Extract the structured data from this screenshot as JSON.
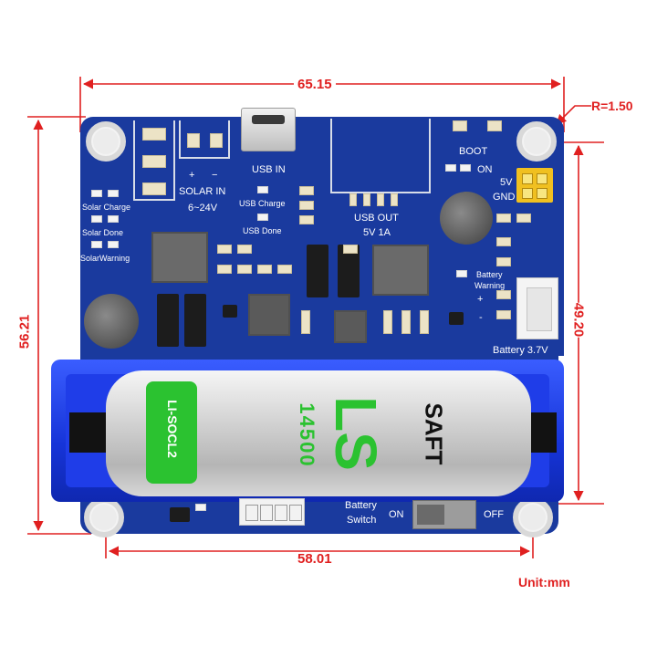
{
  "dimensions": {
    "width_top": "65.15",
    "width_bottom": "58.01",
    "height_left": "56.21",
    "height_right": "49.20",
    "corner_radius": "R=1.50",
    "unit": "Unit:mm"
  },
  "pcb_labels": {
    "solar_in": "SOLAR IN",
    "solar_voltage": "6~24V",
    "plus": "+",
    "minus": "−",
    "usb_in": "USB IN",
    "usb_out": "USB OUT",
    "usb_out_rating": "5V 1A",
    "usb_charge": "USB Charge",
    "usb_done": "USB Done",
    "solar_charge": "Solar Charge",
    "solar_done": "Solar Done",
    "solar_warning": "SolarWarning",
    "boot": "BOOT",
    "on": "ON",
    "v5": "5V",
    "gnd": "GND",
    "battery_warning_1": "Battery",
    "battery_warning_2": "Warning",
    "battery_plus": "+",
    "battery_minus": "-",
    "battery_conn": "Battery 3.7V",
    "battery_switch_1": "Battery",
    "battery_switch_2": "Switch",
    "switch_on": "ON",
    "switch_off": "OFF"
  },
  "battery": {
    "brand": "SAFT",
    "model_large": "LS",
    "model_number": "14500",
    "model_side": "LI-SOCL2"
  },
  "colors": {
    "pcb": "#1a3a9e",
    "dimension": "#e02020",
    "holder": "#1d3fe0",
    "battery_green": "#2bc230"
  }
}
